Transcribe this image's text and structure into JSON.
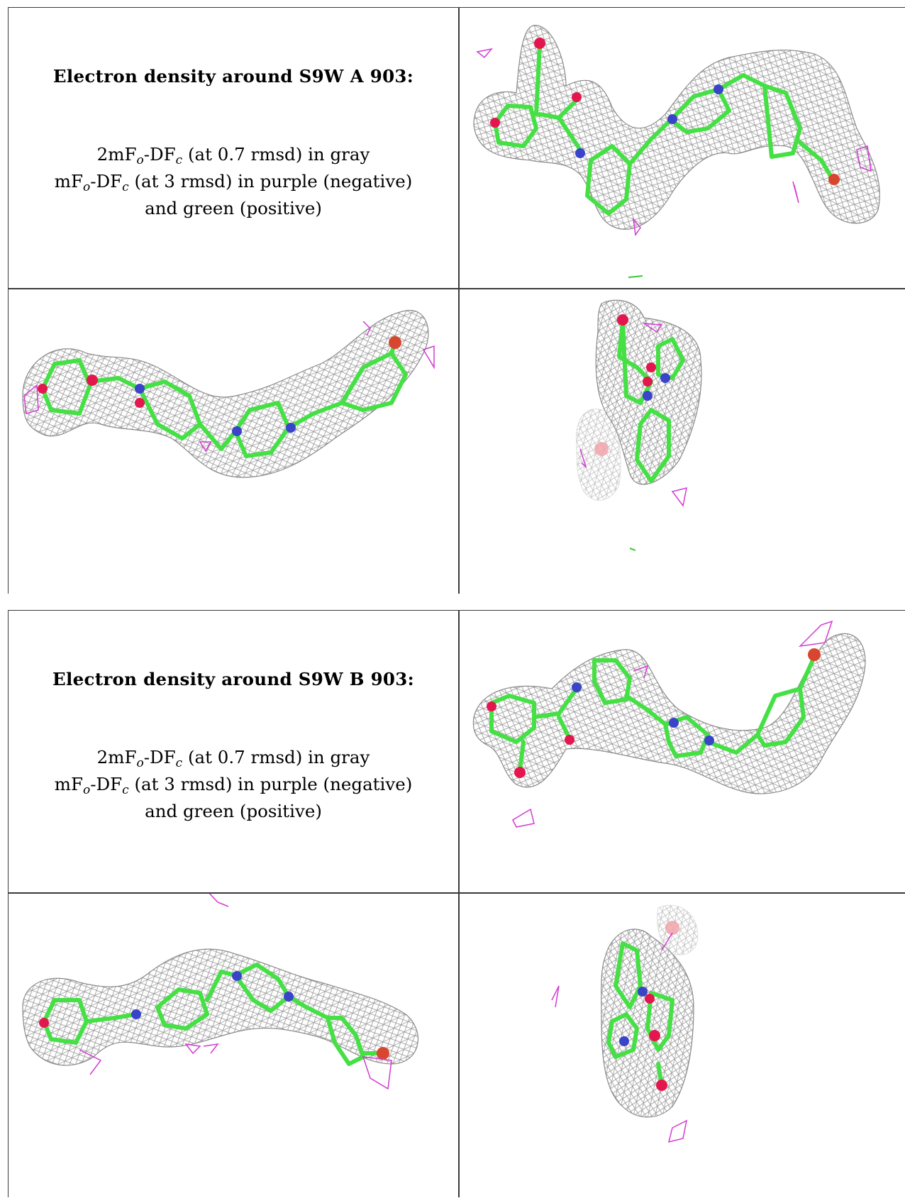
{
  "panels": [
    {
      "id": "A",
      "heading": "Electron density around S9W A 903:",
      "legend": {
        "line1_prefix": "2mF",
        "line1_o": "o",
        "line1_mid": "-DF",
        "line1_c": "c",
        "line1_suffix": " (at 0.7 rmsd) in gray",
        "line2_prefix": "mF",
        "line2_o": "o",
        "line2_mid": "-DF",
        "line2_c": "c",
        "line2_suffix": " (at 3 rmsd) in purple (negative)",
        "line3": "and green (positive)"
      }
    },
    {
      "id": "B",
      "heading": "Electron density around S9W B 903:",
      "legend": {
        "line1_prefix": "2mF",
        "line1_o": "o",
        "line1_mid": "-DF",
        "line1_c": "c",
        "line1_suffix": " (at 0.7 rmsd) in gray",
        "line2_prefix": "mF",
        "line2_o": "o",
        "line2_mid": "-DF",
        "line2_c": "c",
        "line2_suffix": " (at 3 rmsd) in purple (negative)",
        "line3": "and green (positive)"
      }
    }
  ],
  "colors": {
    "mesh_gray": "#9a9a9a",
    "carbon_green": "#44e044",
    "oxygen_red": "#e3174d",
    "nitrogen_blue": "#3a44c8",
    "negative_purple": "#d33ad3",
    "positive_green": "#3ac43a"
  }
}
